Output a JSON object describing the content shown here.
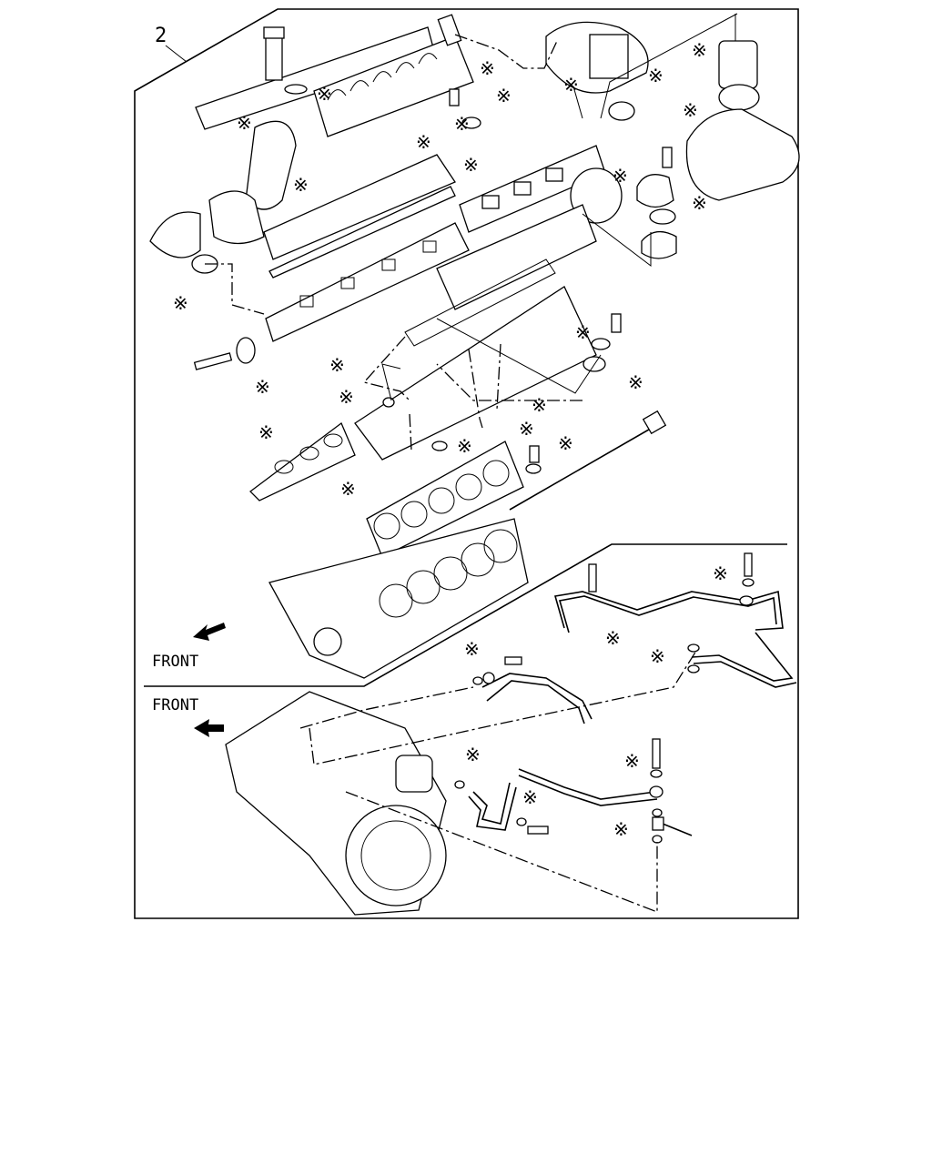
{
  "diagram": {
    "item_number": "2",
    "front_label_top": "FRONT",
    "front_label_bottom": "FRONT",
    "kit_marker": "※"
  }
}
